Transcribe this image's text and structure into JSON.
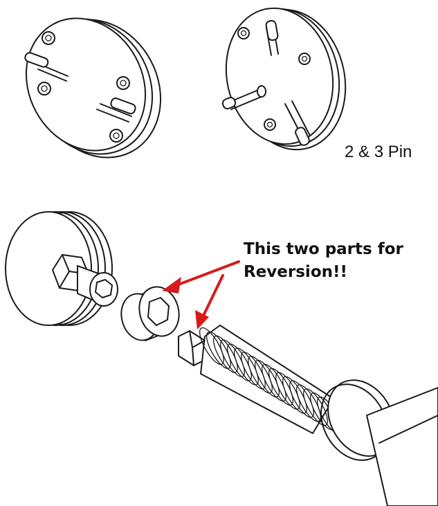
{
  "labels": {
    "pin_types": "2 & 3 Pin",
    "note_line_1": "This two parts for",
    "note_line_2": "Reversion!!"
  },
  "colors": {
    "arrow": "#d91a1a",
    "line": "#1a1a1a",
    "background": "#ffffff"
  }
}
